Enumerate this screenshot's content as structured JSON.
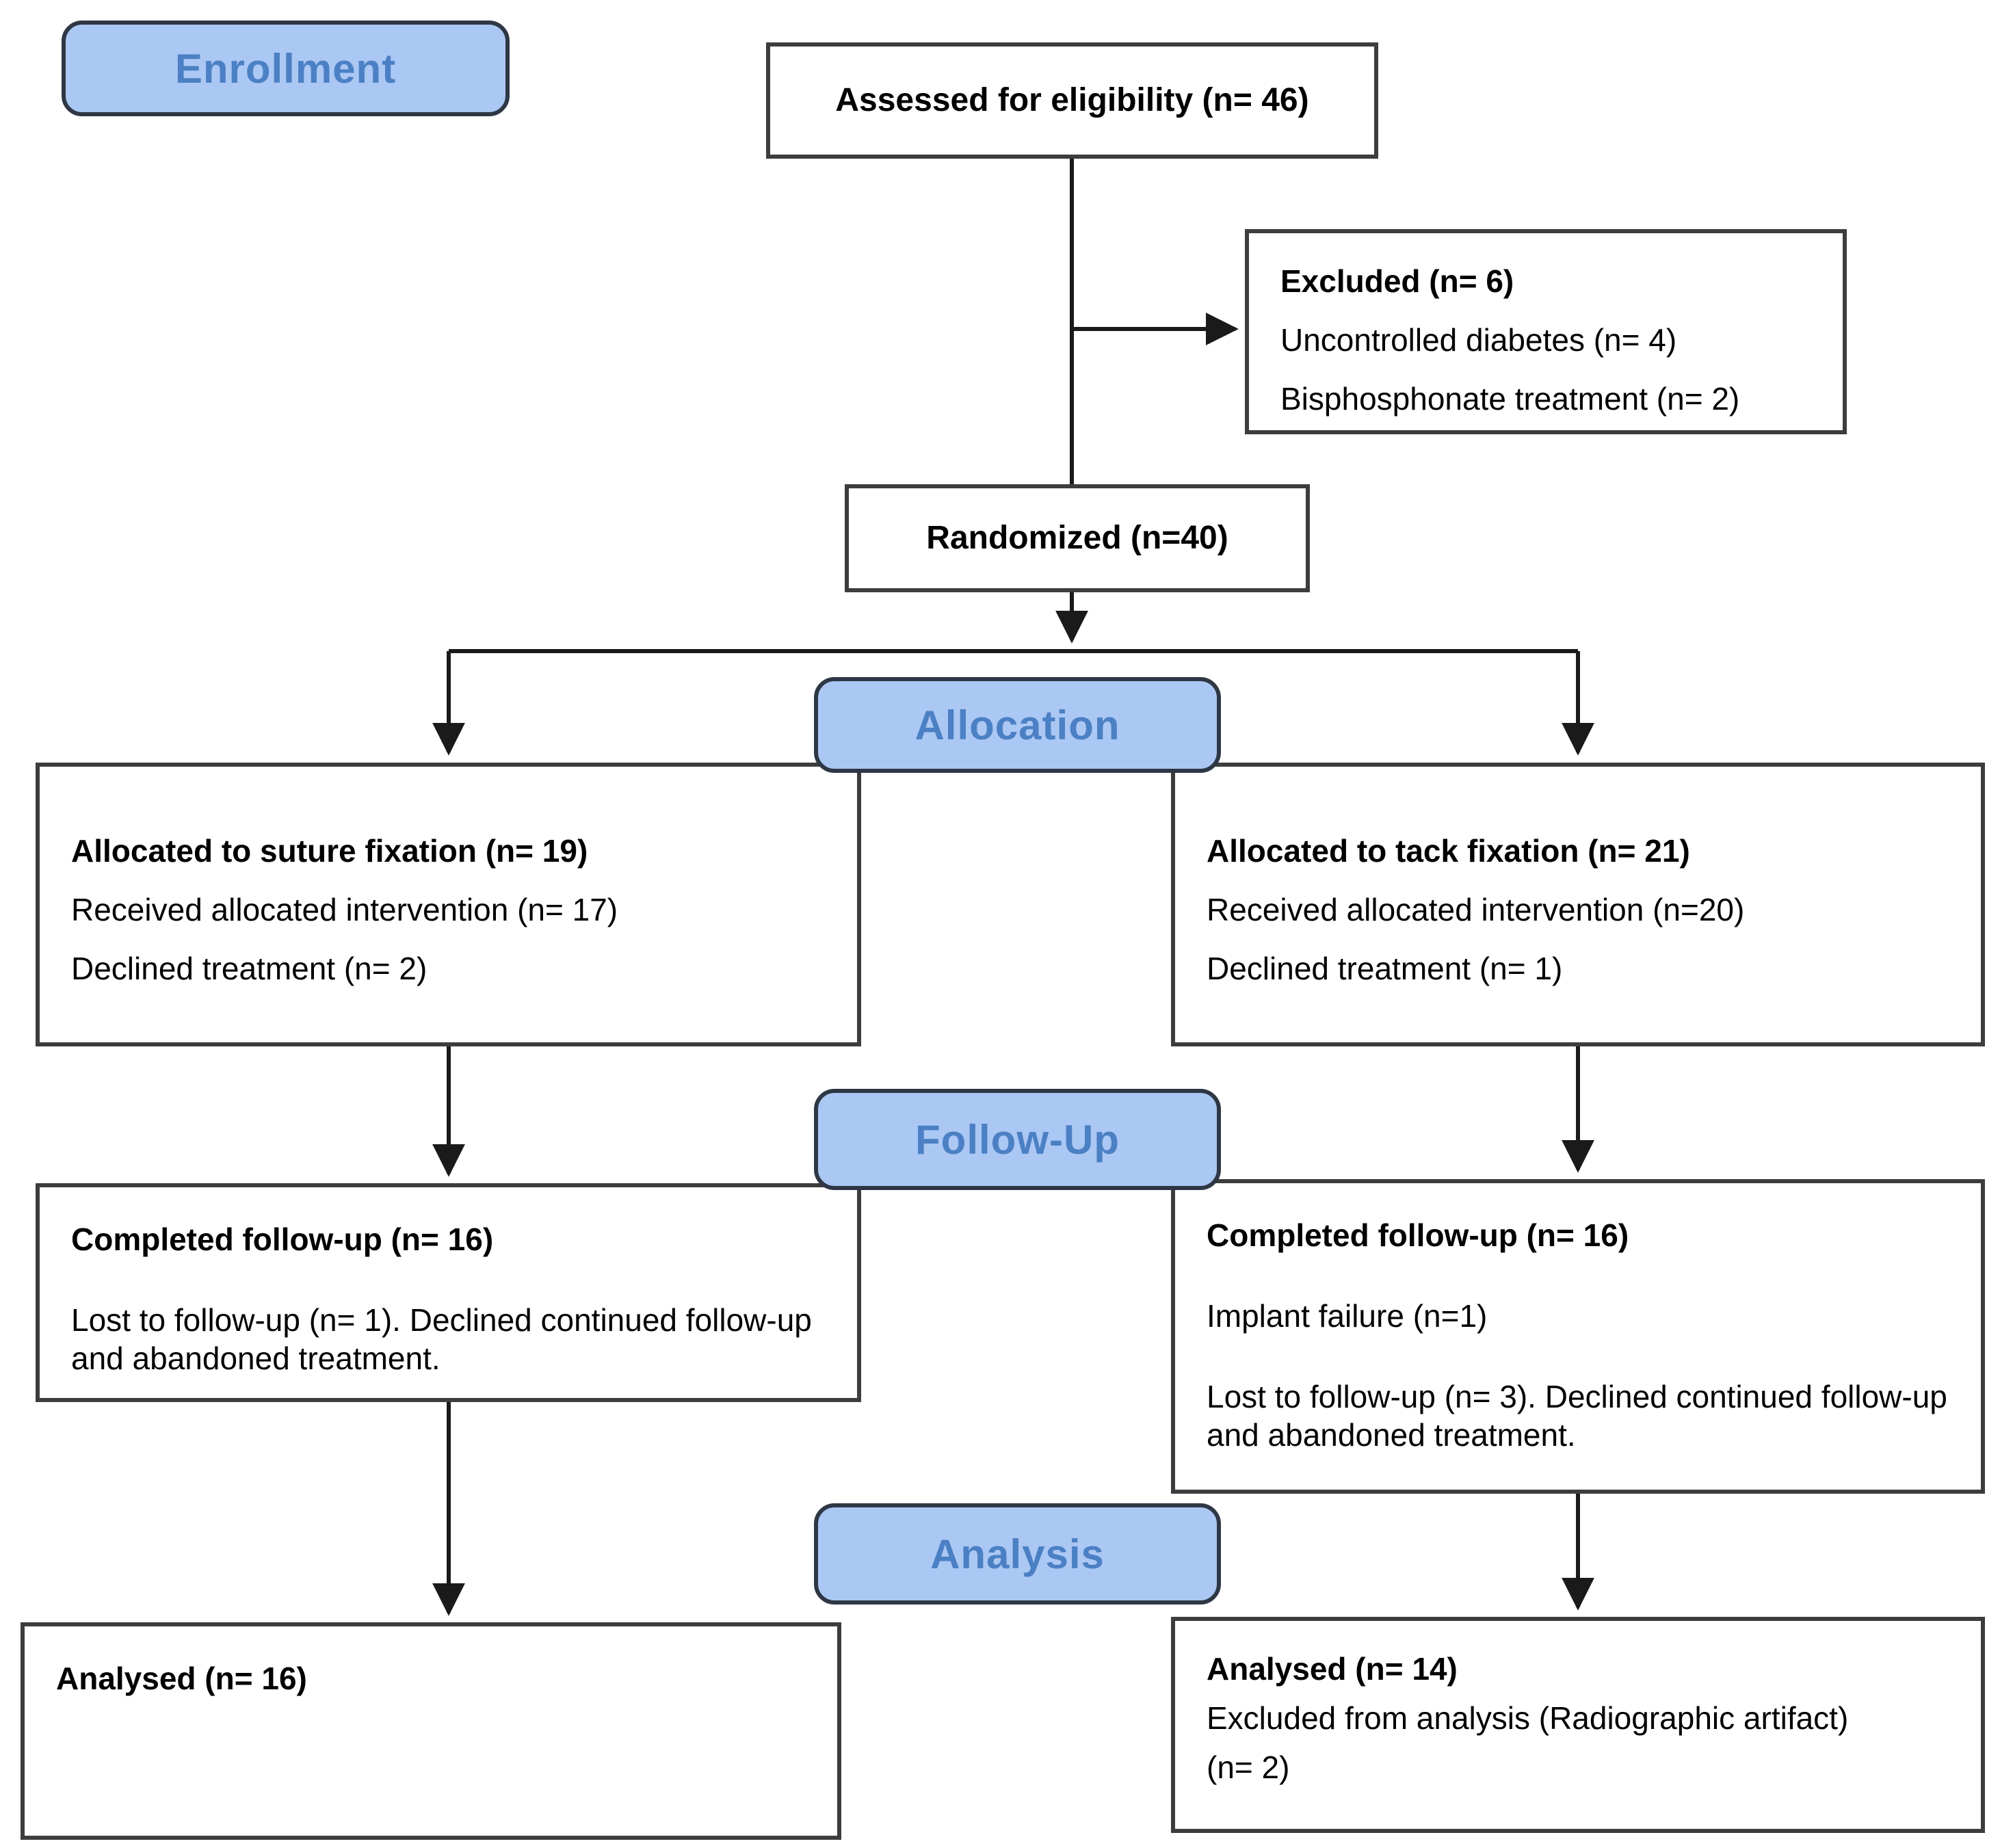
{
  "figure": {
    "kind": "CONSORT participant flow diagram"
  },
  "stage_badges": {
    "enrollment": "Enrollment",
    "allocation": "Allocation",
    "follow_up": "Follow-Up",
    "analysis": "Analysis"
  },
  "boxes": {
    "assessed": {
      "title": "Assessed for eligibility (n= 46)"
    },
    "excluded": {
      "title": "Excluded (n= 6)",
      "items": [
        "Uncontrolled diabetes (n= 4)",
        "Bisphosphonate treatment (n= 2)"
      ]
    },
    "randomized": {
      "title": "Randomized (n=40)"
    },
    "allocated_suture": {
      "title": "Allocated to suture fixation (n= 19)",
      "items": [
        "Received allocated intervention (n= 17)",
        "Declined treatment (n= 2)"
      ]
    },
    "allocated_tack": {
      "title": "Allocated to tack fixation (n= 21)",
      "items": [
        "Received allocated intervention (n=20)",
        "Declined treatment (n= 1)"
      ]
    },
    "followup_suture": {
      "title": "Completed follow-up (n= 16)",
      "items": [
        "Lost to follow-up (n= 1). Declined continued follow-up and abandoned treatment."
      ]
    },
    "followup_tack": {
      "title": "Completed follow-up (n= 16)",
      "items": [
        "Implant failure (n=1)",
        "Lost to follow-up (n= 3). Declined continued follow-up and abandoned treatment."
      ]
    },
    "analysed_suture": {
      "title": "Analysed (n= 16)"
    },
    "analysed_tack": {
      "title": "Analysed (n= 14)",
      "items": [
        "Excluded from analysis (Radiographic artifact)",
        "(n= 2)"
      ]
    }
  },
  "colors": {
    "badge_fill": "#abc7f3",
    "badge_text": "#4b80c4",
    "badge_border": "#2e3744",
    "box_border": "#3d3d3d",
    "connector": "#1a1a1a",
    "text": "#000000",
    "background": "#ffffff"
  }
}
